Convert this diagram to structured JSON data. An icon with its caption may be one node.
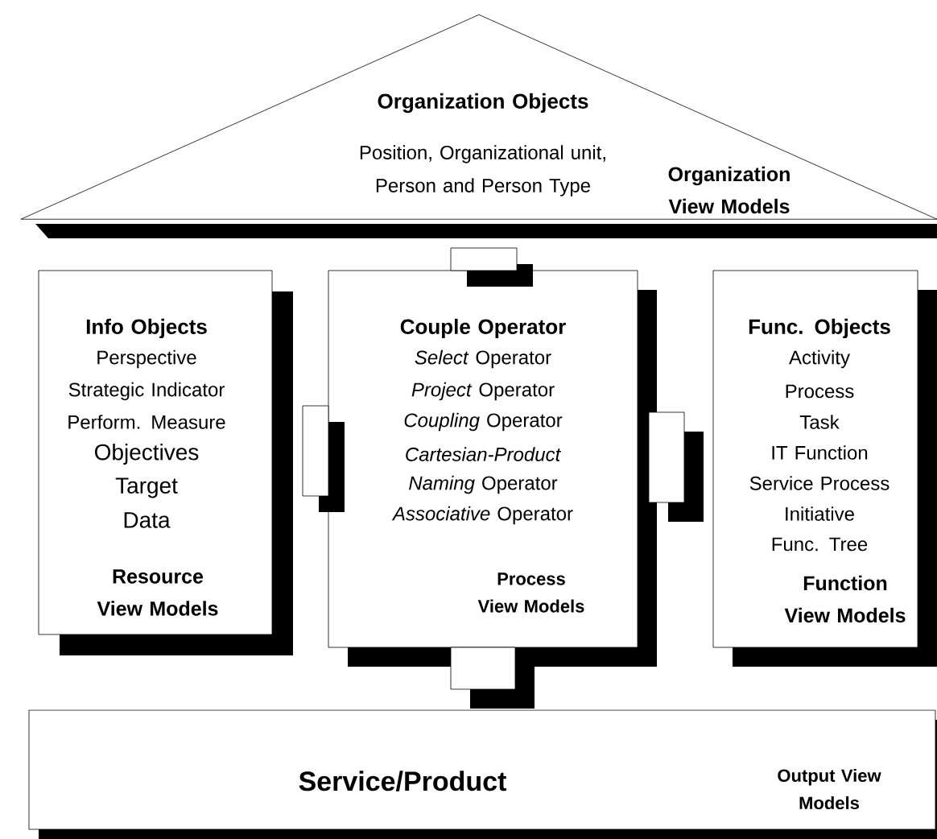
{
  "diagram": {
    "nodes": [
      {
        "text": [
          "Organization Objects",
          "Position, Organizational unit, Person and Person Type",
          "Organization View Models"
        ]
      },
      {
        "text": [
          "Info Objects",
          "Perspective",
          "Strategic Indicator",
          "Perform. Measure",
          "Objectives",
          "Target",
          "Data",
          "Resource View Models"
        ]
      },
      {
        "text": [
          "Couple Operator",
          "*Select* Operator",
          "*Project* Operator",
          "*Coupling* Operator",
          "*Cartesian-Product*",
          "*Naming* Operator",
          "*Associative* Operator",
          "Process View Models"
        ]
      },
      {
        "text": [
          "Func. Objects",
          "Activity",
          "Process",
          "Task",
          "IT Function",
          "Service Process",
          "Initiative",
          "Func. Tree",
          "Function View Models"
        ]
      },
      {
        "text": [
          "Service/Product",
          "Output View Models"
        ]
      },
      {
        "text": [],
        "shape": "box"
      },
      {
        "text": [],
        "shape": "box"
      },
      {
        "text": [],
        "shape": "box"
      },
      {
        "text": [],
        "shape": "box"
      }
    ]
  }
}
